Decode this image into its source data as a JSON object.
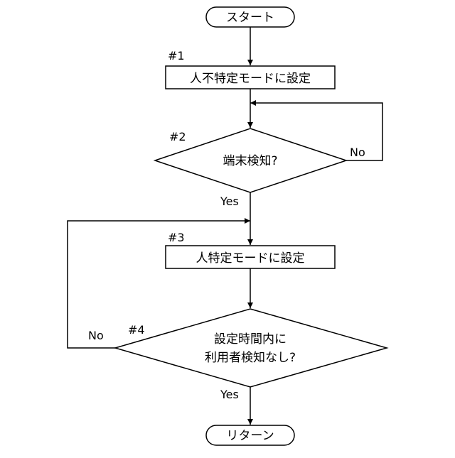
{
  "flowchart": {
    "start": "スタート",
    "end": "リターン",
    "steps": [
      {
        "id": "#1",
        "text": "人不特定モードに設定"
      },
      {
        "id": "#2",
        "lines": [
          "端末検知?"
        ],
        "no_label": "No",
        "yes_label": "Yes"
      },
      {
        "id": "#3",
        "text": "人特定モードに設定"
      },
      {
        "id": "#4",
        "lines": [
          "設定時間内に",
          "利用者検知なし?"
        ],
        "no_label": "No",
        "yes_label": "Yes"
      }
    ]
  }
}
